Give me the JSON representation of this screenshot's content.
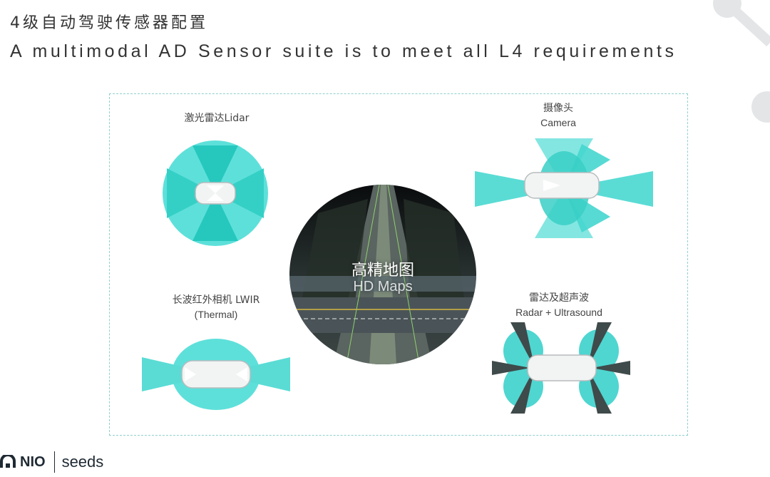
{
  "header": {
    "title": "4级自动驾驶传感器配置",
    "subtitle": "A multimodal AD Sensor suite is to meet all L4 requirements"
  },
  "sensors": {
    "lidar": {
      "label": "激光雷达Lidar"
    },
    "camera": {
      "label_zh": "摄像头",
      "label_en": "Camera"
    },
    "lwir": {
      "label_zh": "长波红外相机 LWIR",
      "label_en": "(Thermal)"
    },
    "radar": {
      "label_zh": "雷达及超声波",
      "label_en": "Radar + Ultrasound"
    }
  },
  "hd_map": {
    "label_zh": "高精地图",
    "label_en": "HD Maps"
  },
  "footer": {
    "brand_logo": "NIO",
    "brand_name": "seeds"
  },
  "colors": {
    "coverage": "#4fd6d0",
    "coverage_dark": "#26c2b9",
    "radar_beam": "#3f4a4a",
    "frame": "#8fd0cc"
  }
}
